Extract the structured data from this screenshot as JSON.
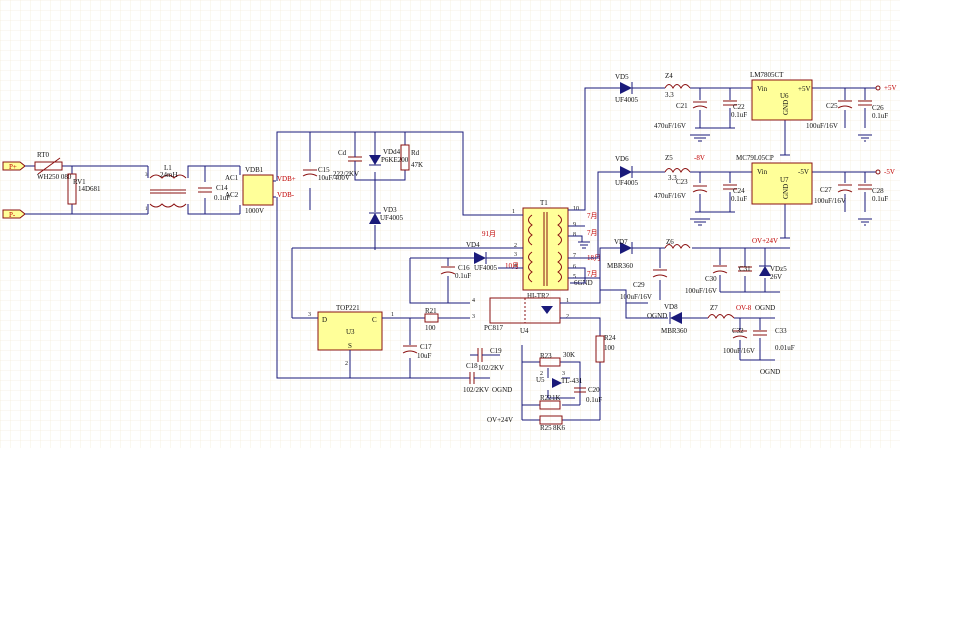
{
  "ports": {
    "in1": "P+",
    "in2": "P-"
  },
  "labels": {
    "rt0": "RT0",
    "rt0_val": "WH250 080",
    "rv1": "RV1",
    "rv1_val": "14D681",
    "l1": "L1",
    "l1_val": "24mH",
    "c14": "C14",
    "c14_val": "0.1uF",
    "ac1": "AC1",
    "ac2": "AC2",
    "vdb1": "VDB1",
    "vdb1_val": "1000V",
    "vdbp": "VDB+",
    "vdbm": "VDB-",
    "c15": "C15",
    "c15_val": "10uF/400V",
    "cd": "Cd",
    "cd_val": "222/2KV",
    "vd4b": "VDd4",
    "vd4b_val": "P6KE200",
    "rd": "Rd",
    "rd_val": "47K",
    "vd3": "VD3",
    "vd3_val": "UF4005",
    "t1": "T1",
    "t1_val": "HI-TR2",
    "vd4": "VD4",
    "vd4_val": "UF4005",
    "c16": "C16",
    "c16_val": "0.1uF",
    "top": "TOP221",
    "u3": "U3",
    "d": "D",
    "c": "C",
    "s": "S",
    "r21": "R21",
    "r21_val": "100",
    "c17": "C17",
    "c17_val": "10uF",
    "pc817": "PC817",
    "u4": "U4",
    "c18": "C18",
    "c18_val": "102/2KV",
    "c19": "C19",
    "c19_val": "102/2KV",
    "ogndlbl": "OGND",
    "r23": "R23",
    "r23_val": "30K",
    "u5": "U5",
    "u5_val": "TL-431",
    "r22": "R22",
    "r22_val": "1K",
    "r24": "R24",
    "r24_val": "100",
    "c20": "C20",
    "c20_val": "0.1uF",
    "r25": "R25",
    "r25_val": "8K6",
    "ov24": "OV+24V",
    "vd5": "VD5",
    "vd5_val": "UF4005",
    "z4": "Z4",
    "z4_val": "3.3",
    "c21": "C21",
    "c21_val": "470uF/16V",
    "c22": "C22",
    "c22_val": "0.1uF",
    "u6": "U6",
    "u6_val": "LM7805CT",
    "vin": "Vin",
    "gnd": "GND",
    "p5": "+5V",
    "out5": "+5V",
    "c25": "C25",
    "c25_val": "100uF/16V",
    "c26": "C26",
    "c26_val": "0.1uF",
    "vd6": "VD6",
    "vd6_val": "UF4005",
    "z5": "Z5",
    "z5_val": "3.3",
    "m8": "-8V",
    "c23": "C23",
    "c23_val": "470uF/16V",
    "c24": "C24",
    "c24_val": "0.1uF",
    "u7": "U7",
    "u7_val": "MC79L05CP",
    "m5": "-5V",
    "outm5": "-5V",
    "c27": "C27",
    "c27_val": "100uF/16V",
    "c28": "C28",
    "c28_val": "0.1uF",
    "vd7": "VD7",
    "vd7_val": "MBR360",
    "z6": "Z6",
    "c29": "C29",
    "c29_val": "100uF/16V",
    "c30": "C30",
    "c30_val": "100uF/16V",
    "c31": "C31",
    "vdz5": "VDz5",
    "vdz5_val": "26V",
    "ov24b": "OV+24V",
    "vd8": "VD8",
    "vd8_val": "MBR360",
    "z7": "Z7",
    "ov8": "OV-8",
    "c32": "C32",
    "c32_val": "100uF/16V",
    "c33": "C33",
    "c33_val": "0.01uF",
    "ognd": "OGND",
    "pin91": "91月",
    "pin7a": "7月",
    "pin7b": "7月",
    "pin18": "18月",
    "pin10": "10月",
    "pin7c": "7月",
    "gnd6": "6GND",
    "ognd2": "OGND"
  }
}
